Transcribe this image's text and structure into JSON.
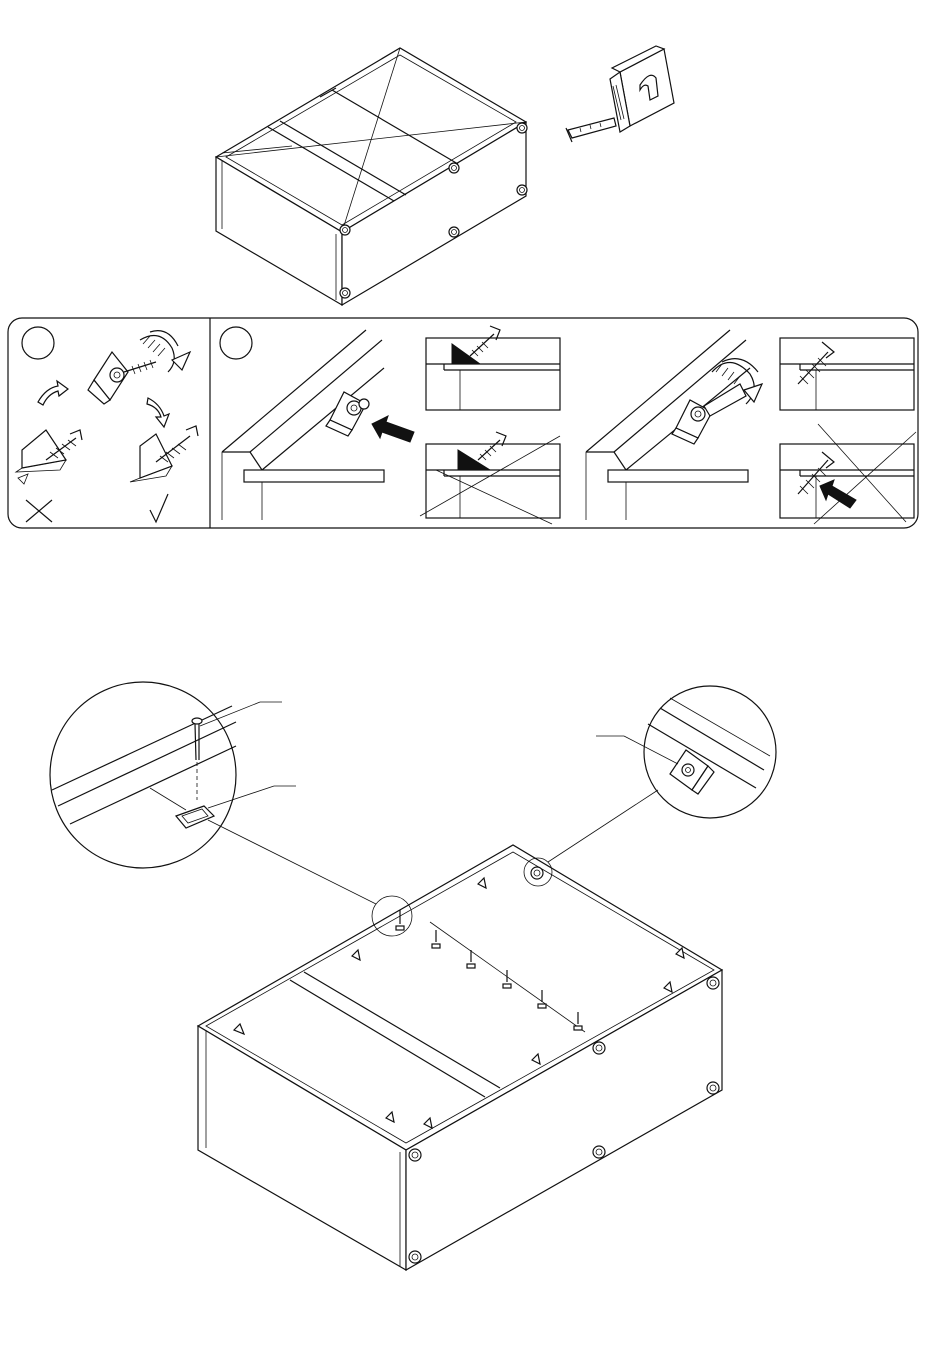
{
  "figure": {
    "top_cabinet": "cabinet-frame-diagonal-check",
    "tool": "tape-measure-icon",
    "instruction_panels": [
      {
        "id": "step-1",
        "shows": [
          "rotate-arrow-icon",
          "corner-bracket-icon",
          "screw-icon",
          "wrong-mark-icon",
          "correct-mark-icon"
        ]
      },
      {
        "id": "step-2",
        "shows": [
          "corner-bracket-icon",
          "push-arrow-icon",
          "screw-icon",
          "wrong-mark-icon"
        ]
      }
    ],
    "bottom_cabinet": "cabinet-back-panel-nailing",
    "callouts": [
      "nail-detail",
      "corner-bracket-detail"
    ]
  }
}
